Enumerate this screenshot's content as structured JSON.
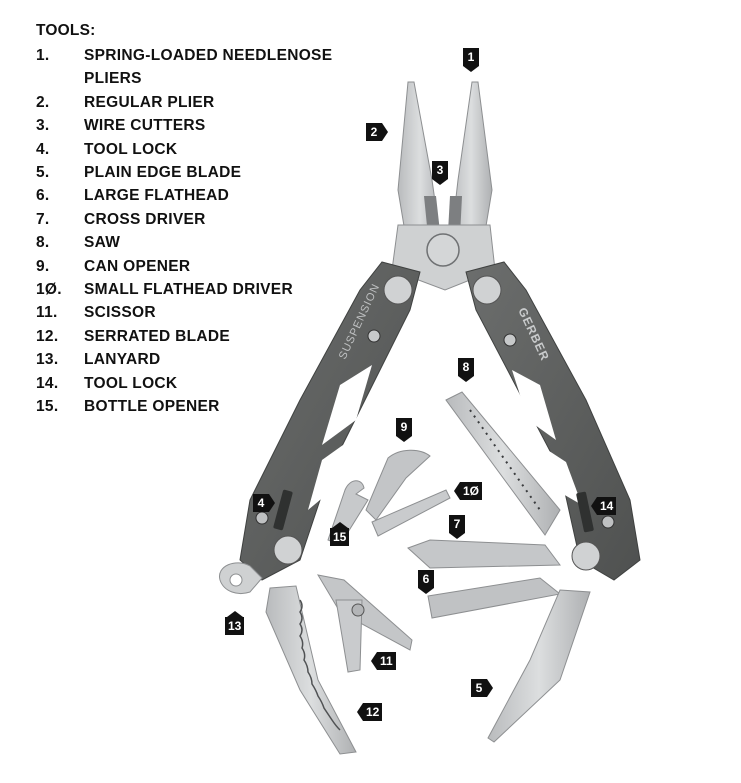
{
  "legend": {
    "title": "TOOLS:",
    "items": [
      {
        "num": "1.",
        "label": "SPRING-LOADED NEEDLENOSE PLIERS"
      },
      {
        "num": "2.",
        "label": "REGULAR PLIER"
      },
      {
        "num": "3.",
        "label": "WIRE CUTTERS"
      },
      {
        "num": "4.",
        "label": "TOOL LOCK"
      },
      {
        "num": "5.",
        "label": "PLAIN EDGE BLADE"
      },
      {
        "num": "6.",
        "label": "LARGE FLATHEAD"
      },
      {
        "num": "7.",
        "label": "CROSS DRIVER"
      },
      {
        "num": "8.",
        "label": "SAW"
      },
      {
        "num": "9.",
        "label": "CAN OPENER"
      },
      {
        "num": "1Ø.",
        "label": "SMALL FLATHEAD DRIVER"
      },
      {
        "num": "11.",
        "label": "SCISSOR"
      },
      {
        "num": "12.",
        "label": "SERRATED BLADE"
      },
      {
        "num": "13.",
        "label": "LANYARD"
      },
      {
        "num": "14.",
        "label": "TOOL LOCK"
      },
      {
        "num": "15.",
        "label": "BOTTLE OPENER"
      }
    ]
  },
  "callouts": {
    "c1": "1",
    "c2": "2",
    "c3": "3",
    "c4": "4",
    "c5": "5",
    "c6": "6",
    "c7": "7",
    "c8": "8",
    "c9": "9",
    "c10": "1Ø",
    "c11": "11",
    "c12": "12",
    "c13": "13",
    "c14": "14",
    "c15": "15"
  },
  "tool": {
    "left_handle_text": "SUSPENSION",
    "right_handle_text": "GERBER"
  },
  "colors": {
    "handle": "#5f6160",
    "steel": "#c9cbcc",
    "badge": "#111111"
  }
}
